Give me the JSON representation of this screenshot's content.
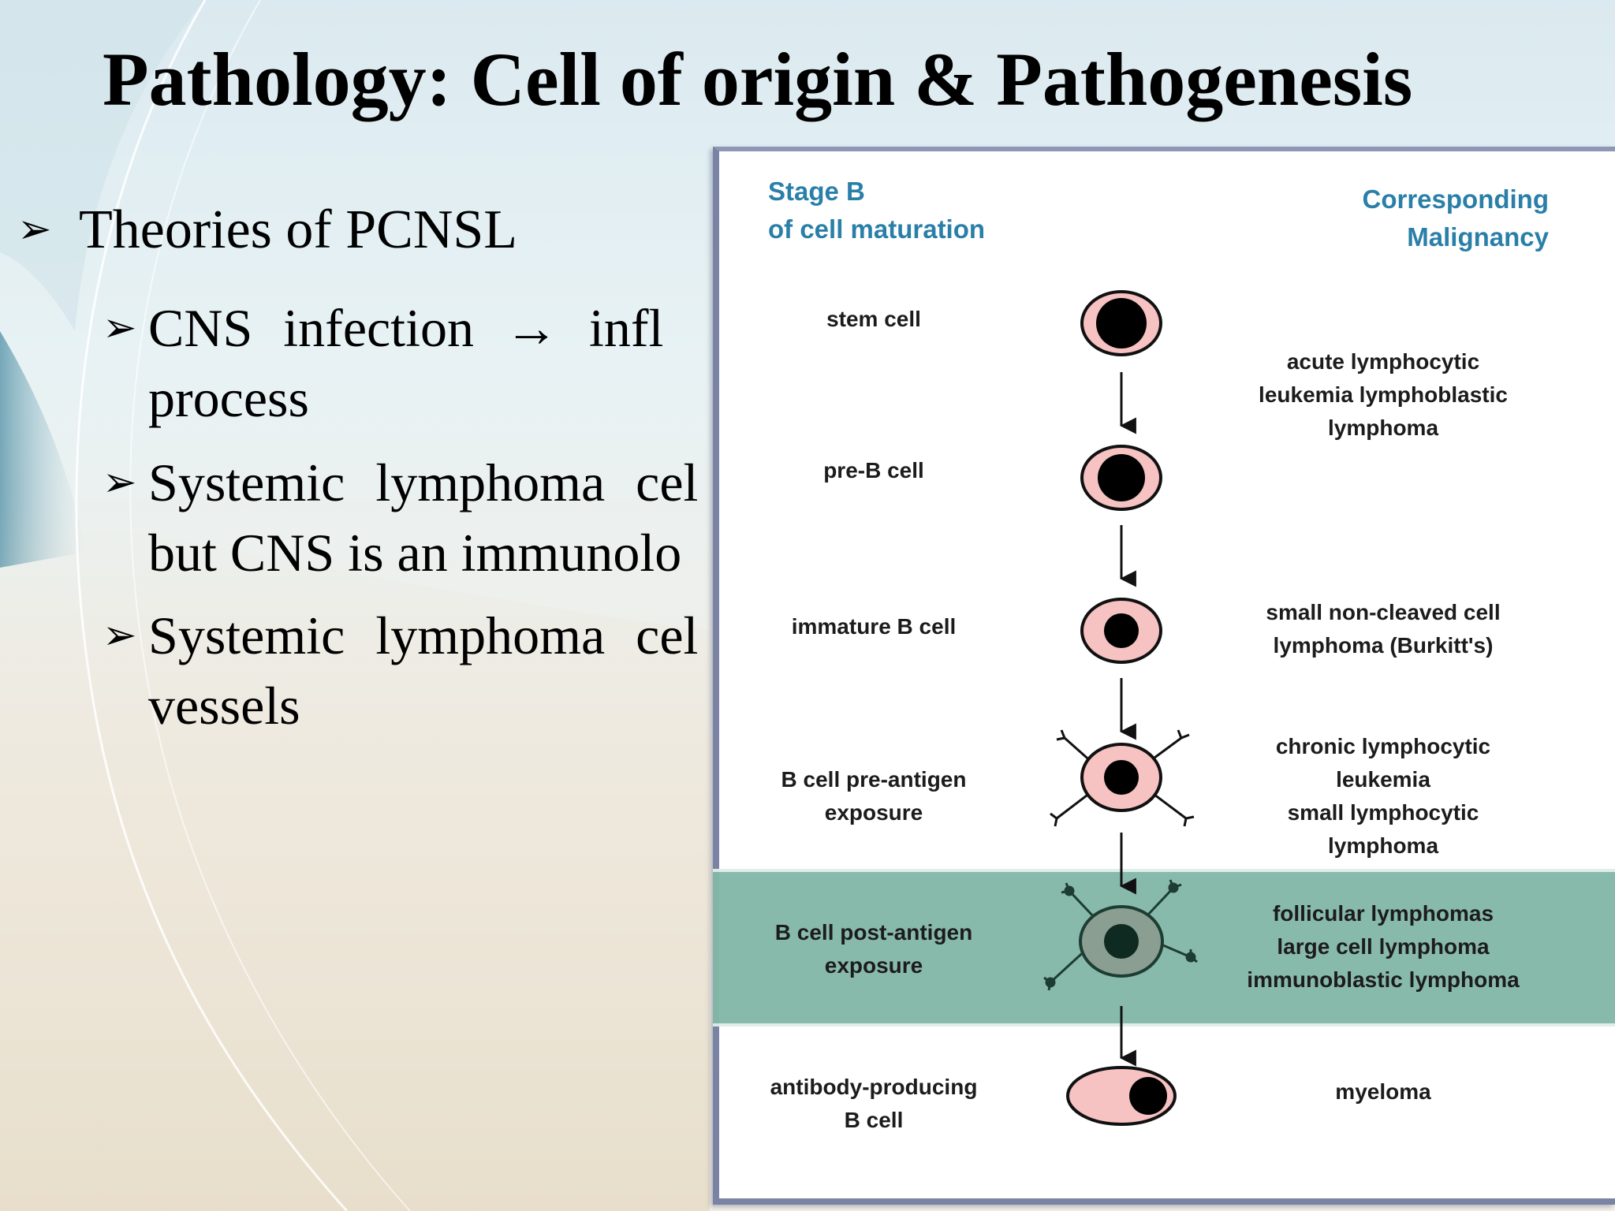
{
  "slide": {
    "title": "Pathology: Cell of origin & Pathogenesis",
    "bullet_glyph": "➢",
    "main_bullet": "Theories of PCNSL",
    "sub_bullets": [
      {
        "line1": "CNS infection → infl",
        "line2": "process"
      },
      {
        "line1": "Systemic lymphoma cel",
        "line2": "but CNS is an immunolo"
      },
      {
        "line1": "Systemic lymphoma cel",
        "line2": "vessels"
      }
    ]
  },
  "figure": {
    "header_left": [
      "Stage B",
      "of cell maturation"
    ],
    "header_right": [
      "Corresponding",
      "Malignancy"
    ],
    "stages": [
      {
        "stage": [
          "stem cell"
        ],
        "malignancy": []
      },
      {
        "stage": [],
        "malignancy": [
          "acute lymphocytic",
          "leukemia lymphoblastic",
          "lymphoma"
        ]
      },
      {
        "stage": [
          "pre-B cell"
        ],
        "malignancy": []
      },
      {
        "stage": [
          "immature B cell"
        ],
        "malignancy": [
          "small non-cleaved cell",
          "lymphoma (Burkitt's)"
        ]
      },
      {
        "stage": [
          "B cell pre-antigen",
          "exposure"
        ],
        "malignancy": [
          "chronic lymphocytic",
          "leukemia",
          "small lymphocytic",
          "lymphoma"
        ]
      },
      {
        "stage": [
          "B cell post-antigen",
          "exposure"
        ],
        "malignancy": [
          "follicular lymphomas",
          "large cell lymphoma",
          "immunoblastic lymphoma"
        ]
      },
      {
        "stage": [
          "antibody-producing",
          "B cell"
        ],
        "malignancy": [
          "myeloma"
        ]
      }
    ],
    "highlighted_stage_index": 5,
    "colors": {
      "header_text": "#2a7fa8",
      "cell_fill": "#f6c2c2",
      "highlight_band": "#84b8a8",
      "highlight_cell": "#8a9e92"
    }
  }
}
